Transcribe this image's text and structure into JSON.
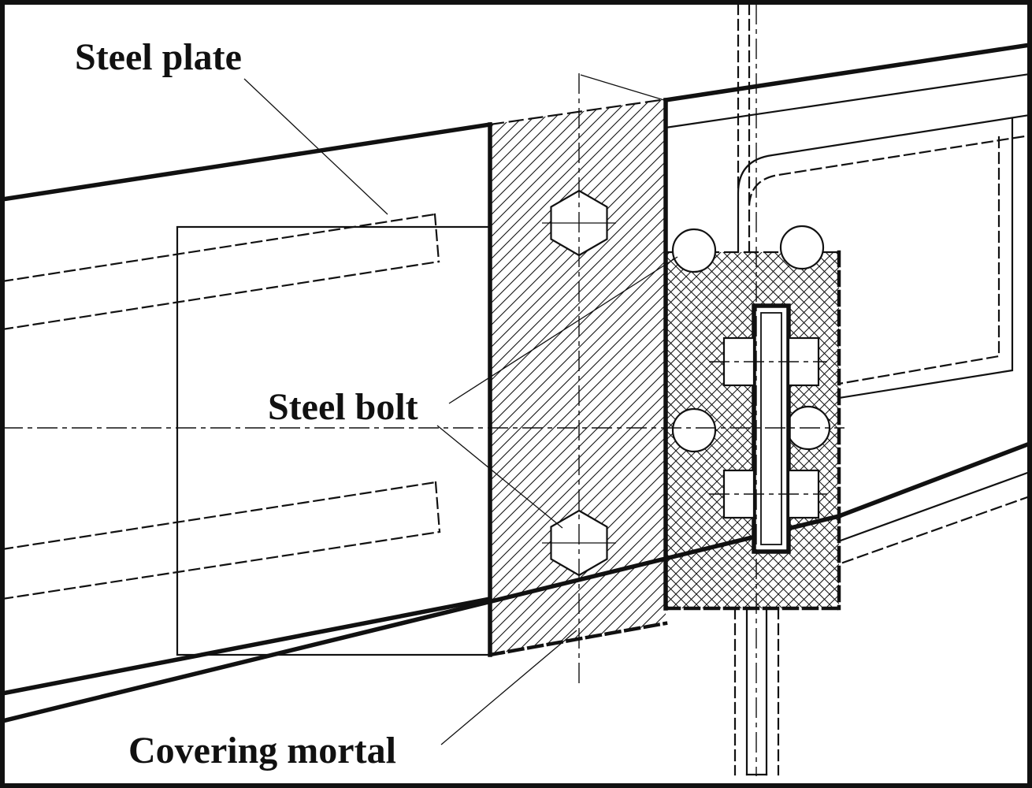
{
  "drawing": {
    "labels": {
      "steel_plate": "Steel plate",
      "steel_bolt": "Steel bolt",
      "covering_mortar": "Covering mortal"
    },
    "colors": {
      "line": "#111111",
      "background": "#ffffff"
    }
  }
}
